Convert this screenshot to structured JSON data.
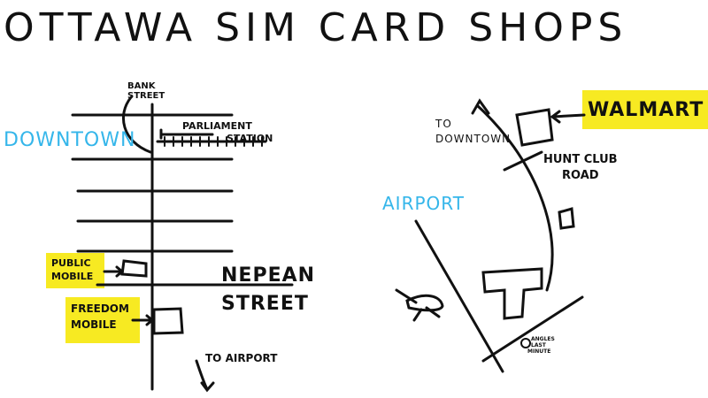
{
  "title": "OTTAWA SIM CARD SHOPS",
  "left_map": {
    "downtown": "DOWNTOWN",
    "bank_street_l1": "BANK",
    "bank_street_l2": "STREET",
    "parliament_l1": "PARLIAMENT",
    "parliament_l2": "STATION",
    "public_mobile_l1": "PUBLIC",
    "public_mobile_l2": "MOBILE",
    "nepean_l1": "NEPEAN",
    "nepean_l2": "STREET",
    "freedom_l1": "FREEDOM",
    "freedom_l2": "MOBILE",
    "to_airport": "TO AIRPORT"
  },
  "right_map": {
    "to_downtown_l1": "TO",
    "to_downtown_l2": "DOWNTOWN",
    "walmart": "WALMART",
    "hunt_club_l1": "HUNT CLUB",
    "hunt_club_l2": "ROAD",
    "airport": "AIRPORT",
    "angles_l1": "ANGLES",
    "angles_l2": "LAST",
    "angles_l3": "MINUTE"
  },
  "colors": {
    "highlight": "#f7ea22",
    "label_blue": "#35b6ea",
    "ink": "#111111"
  }
}
